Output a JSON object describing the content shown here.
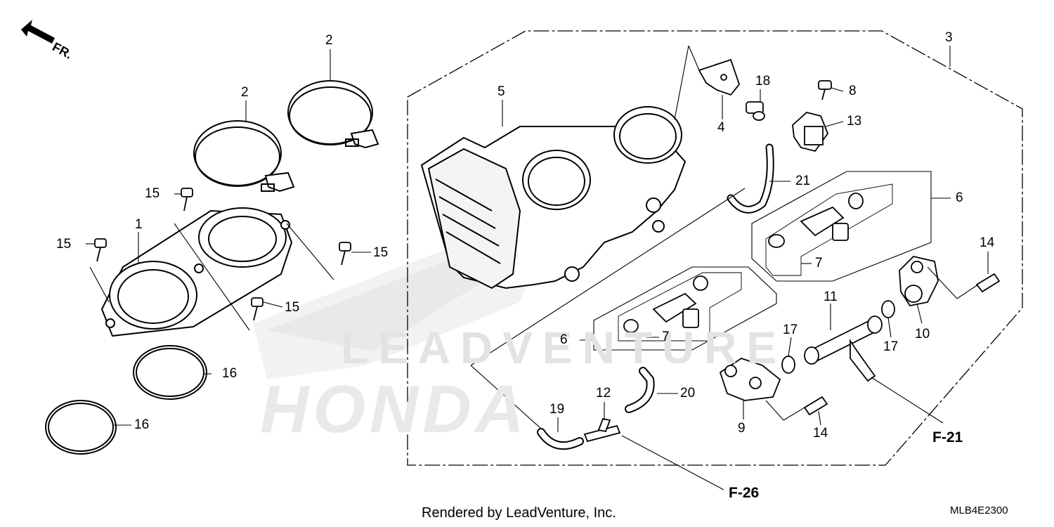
{
  "diagram": {
    "direction_label": "FR.",
    "callouts": [
      "1",
      "2",
      "2",
      "3",
      "4",
      "5",
      "6",
      "6",
      "7",
      "7",
      "8",
      "9",
      "10",
      "11",
      "12",
      "13",
      "14",
      "14",
      "15",
      "15",
      "15",
      "15",
      "16",
      "16",
      "17",
      "17",
      "18",
      "19",
      "20",
      "21"
    ],
    "references": [
      "F-21",
      "F-26"
    ],
    "watermark_text": "LEADVENTURE",
    "brand_watermark": "HONDA",
    "footer_text": "Rendered by LeadVenture, Inc.",
    "diagram_code": "MLB4E2300"
  }
}
